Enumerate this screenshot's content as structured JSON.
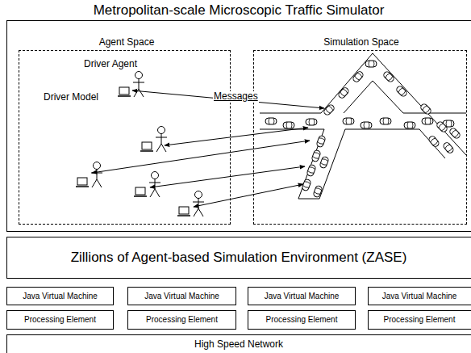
{
  "diagram": {
    "nodes": [
      {
        "text": [
          "Metropolitan-scale Microscopic Traffic Simulator"
        ]
      },
      {
        "text": [
          "Agent Space"
        ],
        "in": 0
      },
      {
        "text": [
          "Simulation Space"
        ],
        "in": 0
      },
      {
        "text": [
          "Zillions of Agent-based Simulation Environment (ZASE)"
        ]
      },
      {
        "text": [
          "Java Virtual Machine"
        ]
      },
      {
        "text": [
          "Java Virtual Machine"
        ]
      },
      {
        "text": [
          "Java Virtual Machine"
        ]
      },
      {
        "text": [
          "Java Virtual Machine"
        ]
      },
      {
        "text": [
          "Processing Element"
        ]
      },
      {
        "text": [
          "Processing Element"
        ]
      },
      {
        "text": [
          "Processing Element"
        ]
      },
      {
        "text": [
          "Processing Element"
        ]
      },
      {
        "text": [
          "High Speed Network"
        ]
      }
    ],
    "labels": [
      "Driver Agent",
      "Driver Model",
      "Messages"
    ]
  }
}
